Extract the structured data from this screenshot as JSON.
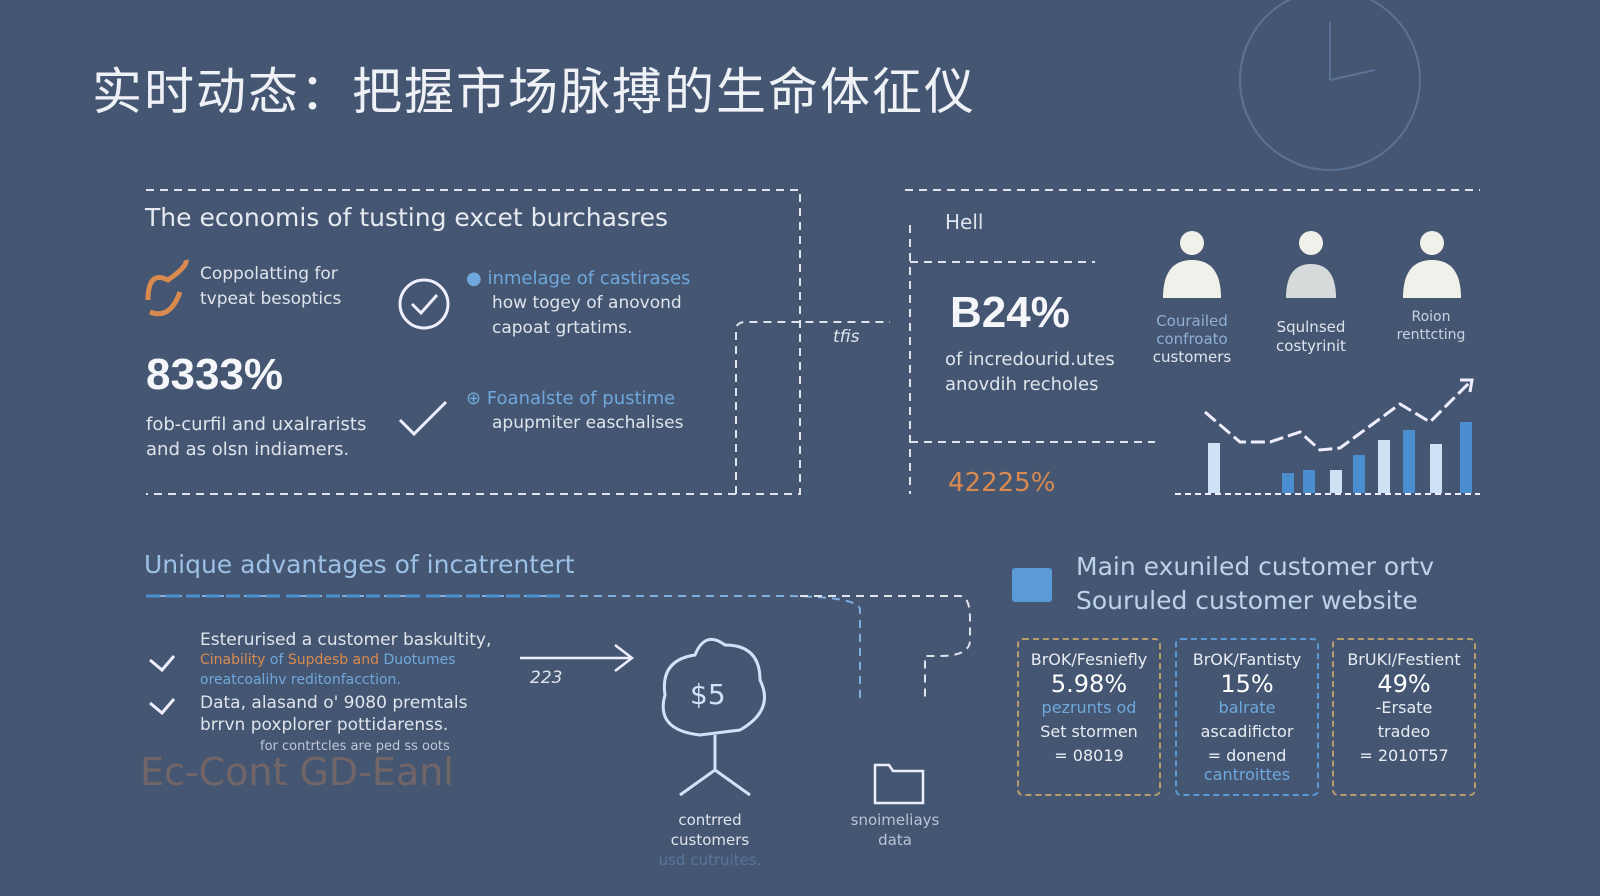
{
  "title": "实时动态：把握市场脉搏的生命体征仪",
  "left_panel": {
    "heading": "The economis of tusting excet burchasres",
    "item1": [
      "Coppolatting for",
      "tvpeat besoptics"
    ],
    "big_stat": "8333%",
    "stat_caption": [
      "fob-curfil and uxalrarists",
      "and as olsn indiamers."
    ],
    "bullet1": {
      "title": "inmelage of castirases",
      "lines": [
        "how togey of anovond",
        "capoat grtatims."
      ]
    },
    "bullet2": {
      "title": "Foanalste of pustime",
      "lines": [
        "apupmiter easchalises"
      ]
    }
  },
  "right_panel": {
    "label": "Hell",
    "arrow_label": "tfis",
    "big_stat": "B24%",
    "stat_caption": [
      "of incredourid.utes",
      "anovdih recholes"
    ],
    "orange_stat": "42225%",
    "people": [
      {
        "label": [
          "Courailed",
          "confroato",
          "customers"
        ]
      },
      {
        "label": [
          "Squlnsed",
          "costyrinit"
        ]
      },
      {
        "label": [
          "Roion",
          "renttcting"
        ]
      }
    ]
  },
  "advantages": {
    "heading": "Unique advantages of incatrentert",
    "item1": "Esterurised a customer baskultity,",
    "item1_sub": [
      "Cinability",
      "of",
      "Supdesb and",
      "Duotumes"
    ],
    "item1_sub2": "oreatcoalihv reditonfacction.",
    "item2": [
      "Data, alasand o' 9080 premtals",
      "brrvn poxplorer pottidarenss."
    ],
    "item2_sub": "for contrtcles are ped ss oots",
    "arrow_label": "223",
    "faded": "Ec-Cont GD-Eanl"
  },
  "flow": {
    "money_label": "$5",
    "node1": [
      "contrred",
      "customers",
      "usd cutruites."
    ],
    "node2": [
      "snoimeliays",
      "data"
    ]
  },
  "website": {
    "heading": [
      "Main exuniled customer ortv",
      "Souruled customer website"
    ],
    "cards": [
      {
        "head": "BrOK/Fesniefly",
        "value": "5.98%",
        "sub": "pezrunts od",
        "line": "Set stormen",
        "code": "= 08019"
      },
      {
        "head": "BrOK/Fantisty",
        "value": "15%",
        "sub": "balrate",
        "line": "ascadifictor",
        "code": "= donend",
        "extra": "cantroittes"
      },
      {
        "head": "BrUKI/Festient",
        "value": "49%",
        "sub": "-Ersate",
        "line": "tradeo",
        "code": "= 2010T57"
      }
    ]
  },
  "colors": {
    "background": "#455672",
    "accent_blue": "#6fa8dc",
    "accent_orange": "#d98a4e"
  }
}
